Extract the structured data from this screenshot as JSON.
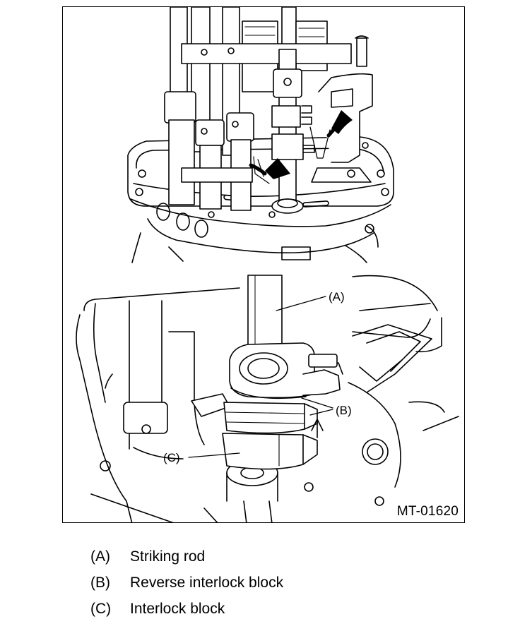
{
  "figure": {
    "code": "MT-01620",
    "callouts": {
      "a": "(A)",
      "b": "(B)",
      "c": "(C)"
    }
  },
  "legend": [
    {
      "key": "(A)",
      "text": "Striking rod"
    },
    {
      "key": "(B)",
      "text": "Reverse interlock block"
    },
    {
      "key": "(C)",
      "text": "Interlock block"
    }
  ],
  "colors": {
    "ink": "#000000",
    "paper": "#ffffff"
  }
}
